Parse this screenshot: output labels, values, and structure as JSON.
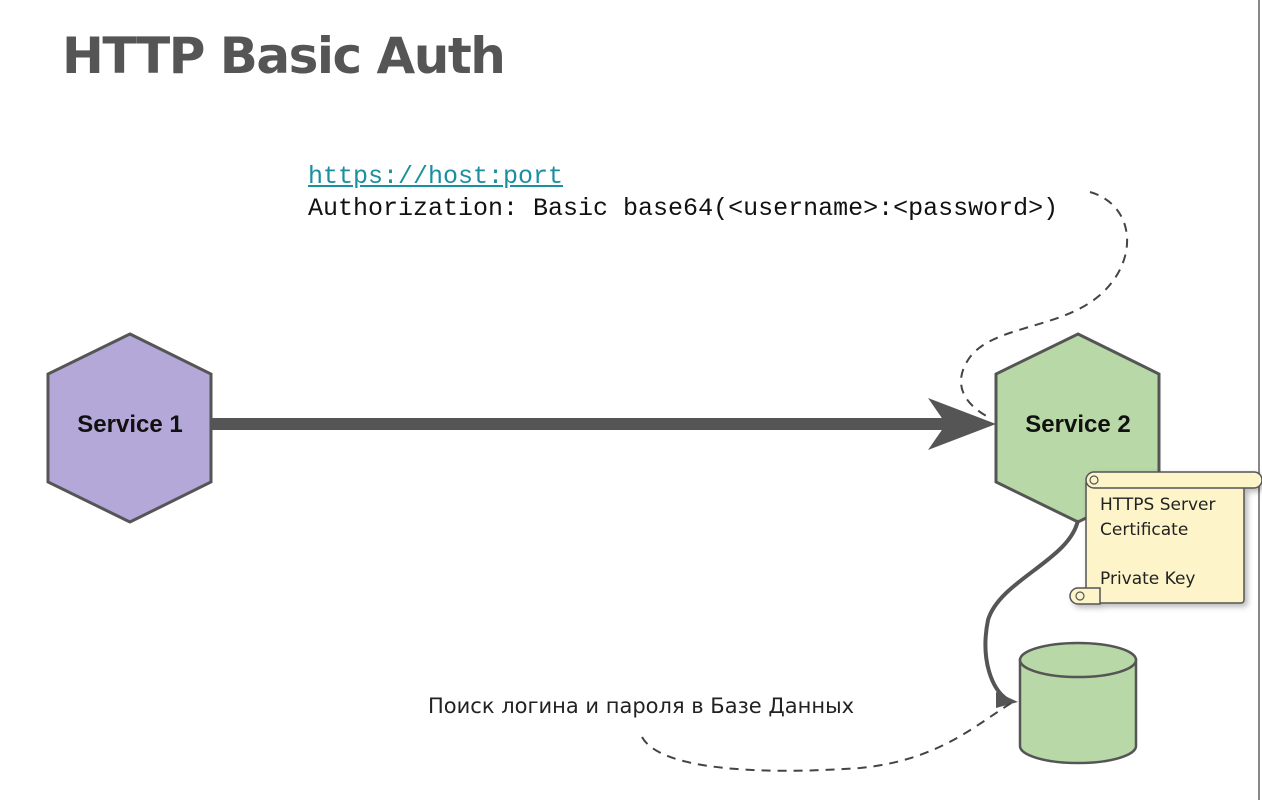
{
  "title": "HTTP Basic Auth",
  "request": {
    "url": "https://host:port",
    "header": "Authorization: Basic base64(<username>:<password>)"
  },
  "nodes": {
    "service1": {
      "label": "Service 1",
      "color": "#b3a8d8"
    },
    "service2": {
      "label": "Service 2",
      "color": "#b8d8a8"
    },
    "database": {
      "color": "#b8d8a8"
    }
  },
  "certificate": {
    "line1": "HTTPS Server",
    "line2": "Certificate",
    "line3": "Private Key",
    "color": "#fdf5c9"
  },
  "db_note": "Поиск логина и пароля в Базе Данных"
}
